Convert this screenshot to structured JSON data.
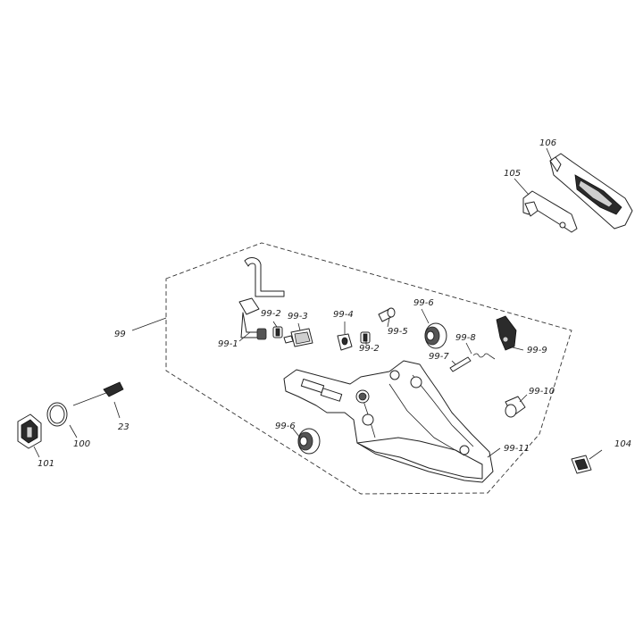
{
  "labels": {
    "p106": "106",
    "p105": "105",
    "p99": "99",
    "p99_1": "99-1",
    "p99_2a": "99-2",
    "p99_3": "99-3",
    "p99_4": "99-4",
    "p99_2b": "99-2",
    "p99_5": "99-5",
    "p99_6a": "99-6",
    "p99_8": "99-8",
    "p99_9": "99-9",
    "p99_7": "99-7",
    "p99_10": "99-10",
    "p99_6b": "99-6",
    "p99_11": "99-11",
    "p23": "23",
    "p100": "100",
    "p101": "101",
    "p104": "104"
  }
}
